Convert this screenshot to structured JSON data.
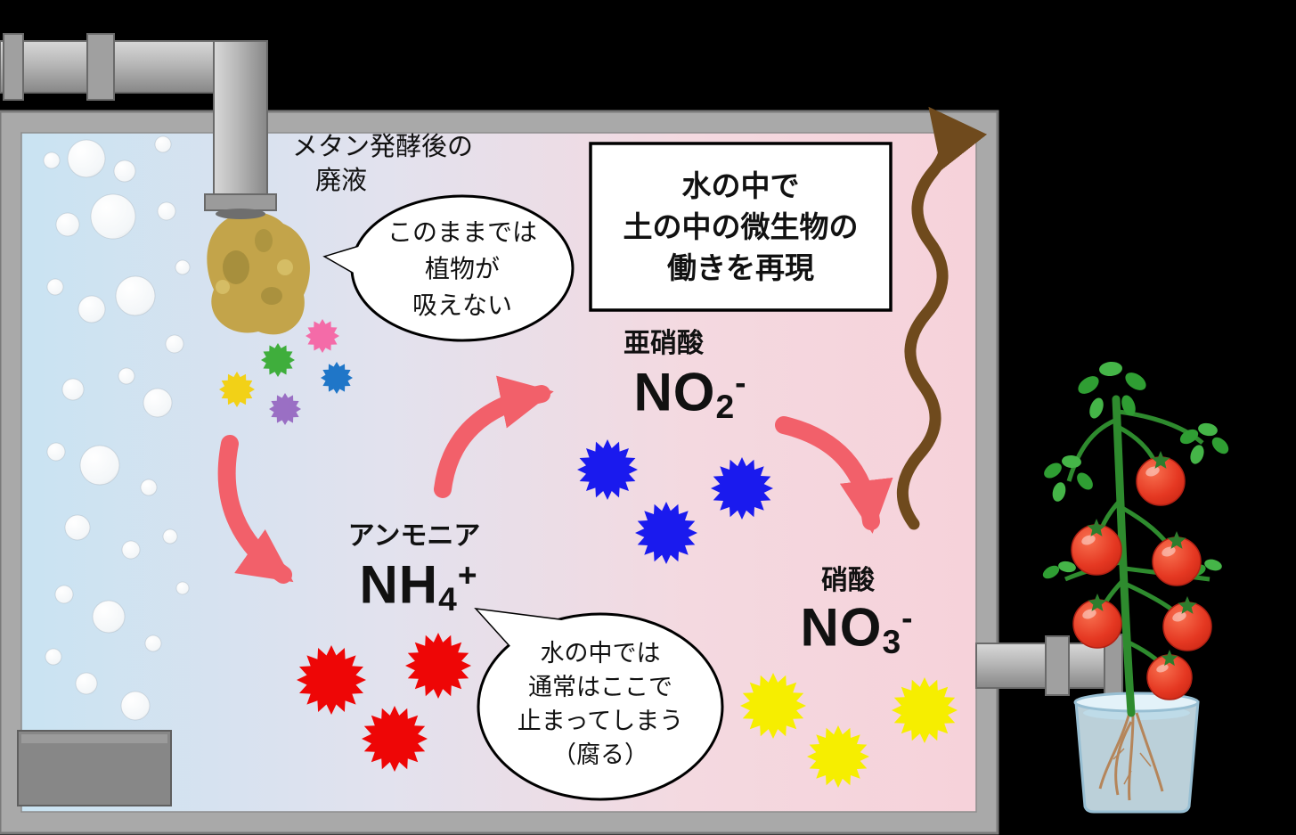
{
  "colors": {
    "background": "#000000",
    "tank_wall": "#a9a9a9",
    "water_left": "#c9e3f2",
    "water_right": "#f6d2da",
    "arrow_red": "#f2606a",
    "arrow_brown": "#6f4a1d",
    "microbe_red": "#ee0606",
    "microbe_blue": "#1a1aee",
    "microbe_yellow": "#f6ee00",
    "microbe_pink": "#f46ba8",
    "microbe_green": "#3fae3c",
    "microbe_skyblue": "#1f76c8",
    "microbe_gold": "#f2d117",
    "microbe_purple": "#9a6fc4",
    "sludge": "#c3a44a",
    "tomato": "#e23322"
  },
  "icons": {
    "microbe": "spiky-circle",
    "bubble": "white-circle",
    "process_arrow": "curved-red-arrow",
    "output_arrow": "wavy-brown-arrow"
  },
  "labels": {
    "influent": {
      "line1": "メタン発酵後の",
      "line2": "廃液"
    },
    "speech1": {
      "line1": "このままでは",
      "line2": "植物が",
      "line3": "吸えない"
    },
    "box": {
      "line1": "水の中で",
      "line2": "土の中の微生物の",
      "line3": "働きを再現"
    },
    "ammonia": {
      "name": "アンモニア",
      "formula_base": "NH",
      "formula_sub": "4",
      "formula_sup": "+"
    },
    "nitrite": {
      "name": "亜硝酸",
      "formula_base": "NO",
      "formula_sub": "2",
      "formula_sup": "-"
    },
    "nitrate": {
      "name": "硝酸",
      "formula_base": "NO",
      "formula_sub": "3",
      "formula_sup": "-"
    },
    "speech2": {
      "line1": "水の中では",
      "line2": "通常はここで",
      "line3": "止まってしまう",
      "line4": "（腐る）"
    }
  }
}
